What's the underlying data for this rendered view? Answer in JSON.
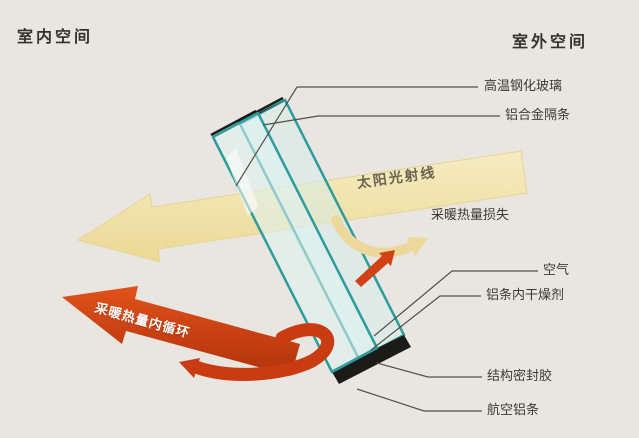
{
  "scene": {
    "indoor_title": "室内空间",
    "outdoor_title": "室外空间"
  },
  "callouts": {
    "tempered_glass": "高温钢化玻璃",
    "aluminum_spacer": "铝合金隔条",
    "air": "空气",
    "desiccant": "铝条内干燥剂",
    "sealant": "结构密封胶",
    "aviation_strip": "航空铝条"
  },
  "arrows": {
    "solar": "太阳光射线",
    "heat_loss": "采暖热量损失",
    "heat_circulation": "采暖热量内循环"
  },
  "colors": {
    "background": "#e9e6e1",
    "glass_stroke": "#2d9c9c",
    "glass_fill": "#d6eeee",
    "sun_arrow": "#efdfa2",
    "heat_arrow": "#cc3e12",
    "frame_dark": "#1c1c1a",
    "leader_line": "#53504a",
    "text": "#3b3a36"
  }
}
